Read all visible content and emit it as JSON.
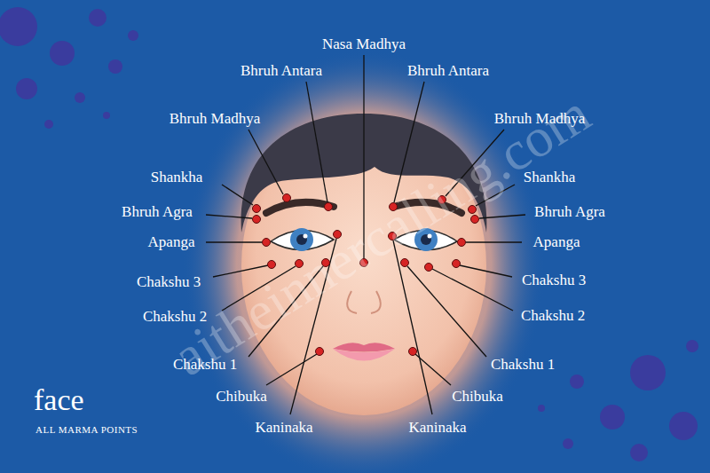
{
  "diagram": {
    "title": "face",
    "caption": "ALL MARMA POINTS",
    "labels": [
      "Nasa Madhya",
      "Bhruh Antara",
      "Bhruh Antara",
      "Bhruh Madhya",
      "Bhruh Madhya",
      "Shankha",
      "Shankha",
      "Bhruh Agra",
      "Bhruh Agra",
      "Apanga",
      "Apanga",
      "Chakshu 3",
      "Chakshu 3",
      "Chakshu 2",
      "Chakshu 2",
      "Chakshu 1",
      "Chakshu 1",
      "Chibuka",
      "Chibuka",
      "Kaninaka",
      "Kaninaka",
      "aitheinnercalling.com"
    ]
  }
}
